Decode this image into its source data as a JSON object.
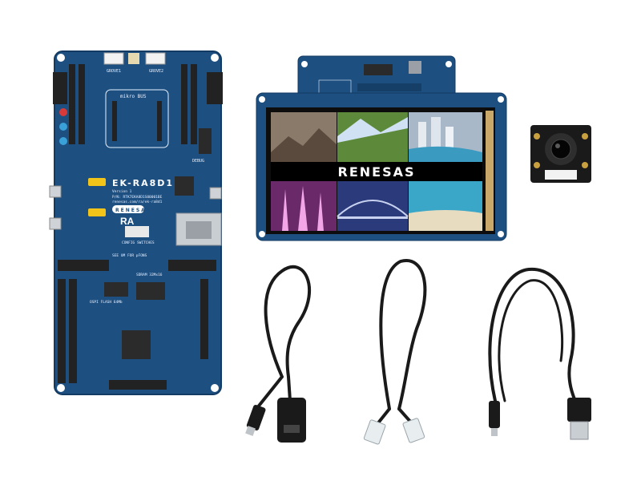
{
  "board": {
    "model_label": "EK-RA8D1",
    "version_label": "Version 1",
    "pn_label": "P/N: RTK7EKA8D1S00001BE",
    "url_label": "renesas.com/ra/ek-ra8d1",
    "mikrobus_label": "mikro BUS",
    "logo_text": "RENESAS",
    "family_label": "RA",
    "grove1_label": "GROVE1",
    "grove2_label": "GROVE2",
    "see_um_label": "SEE UM FOR pFONS",
    "flash_label": "OSPI FLASH 64Mb",
    "sdram_label": "SDRAM 32Mx16",
    "config_label": "CONFIG SWITCHES",
    "debug_label": "DEBUG"
  },
  "display": {
    "logo_text": "RENESAS",
    "photo_tiles": [
      {
        "label": "city-mountain",
        "color": "#8a7a6a"
      },
      {
        "label": "green-valley",
        "color": "#5d8a3a"
      },
      {
        "label": "city-skyline",
        "color": "#a9b8c8"
      },
      {
        "label": "fountain-lights",
        "color": "#6a2a6a"
      },
      {
        "label": "harbour-bridge",
        "color": "#2a3a7a"
      },
      {
        "label": "tropical-beach",
        "color": "#3aa6c8"
      }
    ]
  },
  "colors": {
    "pcb_blue": "#1d4f80",
    "pcb_dark": "#143a63",
    "cable_black": "#1a1a1a",
    "header_black": "#222222"
  }
}
